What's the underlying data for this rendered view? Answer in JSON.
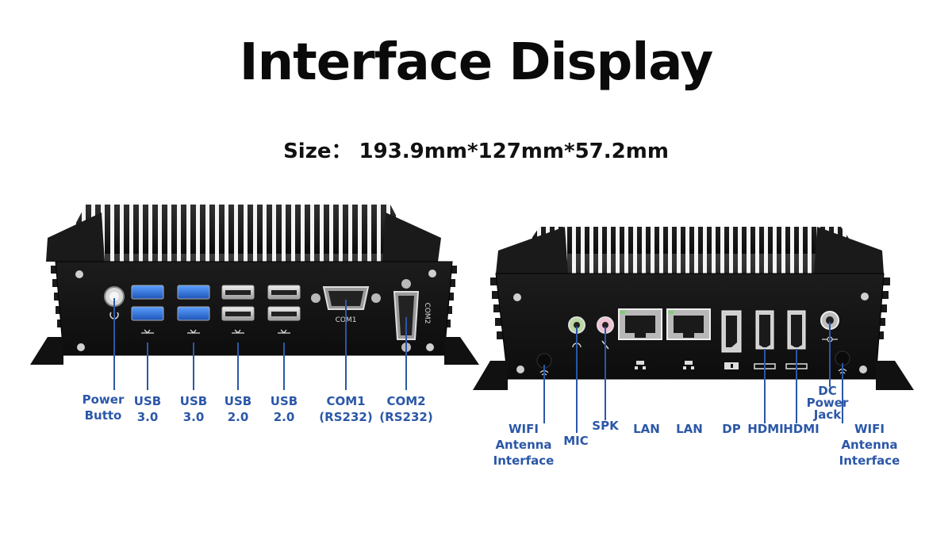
{
  "title": "Interface Display",
  "size_text": "Size： 193.9mm*127mm*57.2mm",
  "colors": {
    "label": "#2b57a7",
    "chassis": "#111111",
    "usb3": "#2f6fd0"
  },
  "front_labels": {
    "power": "Power\nButto",
    "usb30_a": "USB\n3.0",
    "usb30_b": "USB\n3.0",
    "usb20_a": "USB\n2.0",
    "usb20_b": "USB\n2.0",
    "com1": "COM1\n(RS232)",
    "com2": "COM2\n(RS232)"
  },
  "front_silk": {
    "com1": "COM1",
    "com2": "COM2"
  },
  "rear_labels": {
    "wifi_left": "WIFI\nAntenna\nInterface",
    "mic": "MIC",
    "spk": "SPK",
    "lan1": "LAN",
    "lan2": "LAN",
    "dp": "DP",
    "hdmi1": "HDMI",
    "hdmi2": "HDMI",
    "dc": "DC\nPower\nJack",
    "wifi_right": "WIFI\nAntenna\nInterface"
  },
  "icons": [
    "power-icon",
    "usb-icon",
    "lan-icon",
    "dp-icon",
    "hdmi-icon",
    "wifi-icon",
    "mic-icon",
    "speaker-icon",
    "dc-icon"
  ]
}
